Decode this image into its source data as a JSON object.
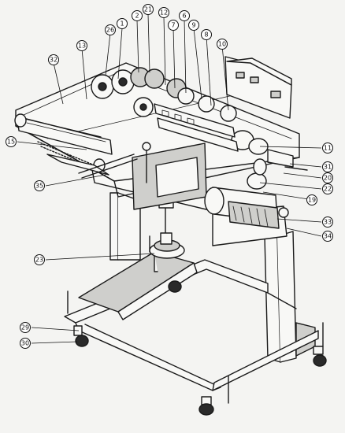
{
  "diagram": {
    "callouts": [
      {
        "id": "c1",
        "label": "1"
      },
      {
        "id": "c2",
        "label": "2"
      },
      {
        "id": "c6",
        "label": "6"
      },
      {
        "id": "c7",
        "label": "7"
      },
      {
        "id": "c8",
        "label": "8"
      },
      {
        "id": "c9",
        "label": "9"
      },
      {
        "id": "c10",
        "label": "10"
      },
      {
        "id": "c11",
        "label": "11"
      },
      {
        "id": "c12",
        "label": "12"
      },
      {
        "id": "c13",
        "label": "13"
      },
      {
        "id": "c15",
        "label": "15"
      },
      {
        "id": "c19",
        "label": "19"
      },
      {
        "id": "c20",
        "label": "20"
      },
      {
        "id": "c21",
        "label": "21"
      },
      {
        "id": "c22",
        "label": "22"
      },
      {
        "id": "c23",
        "label": "23"
      },
      {
        "id": "c26",
        "label": "26"
      },
      {
        "id": "c29",
        "label": "29"
      },
      {
        "id": "c30",
        "label": "30"
      },
      {
        "id": "c31",
        "label": "31"
      },
      {
        "id": "c32",
        "label": "32"
      },
      {
        "id": "c33",
        "label": "33"
      },
      {
        "id": "c34",
        "label": "34"
      },
      {
        "id": "c35",
        "label": "35"
      }
    ]
  }
}
